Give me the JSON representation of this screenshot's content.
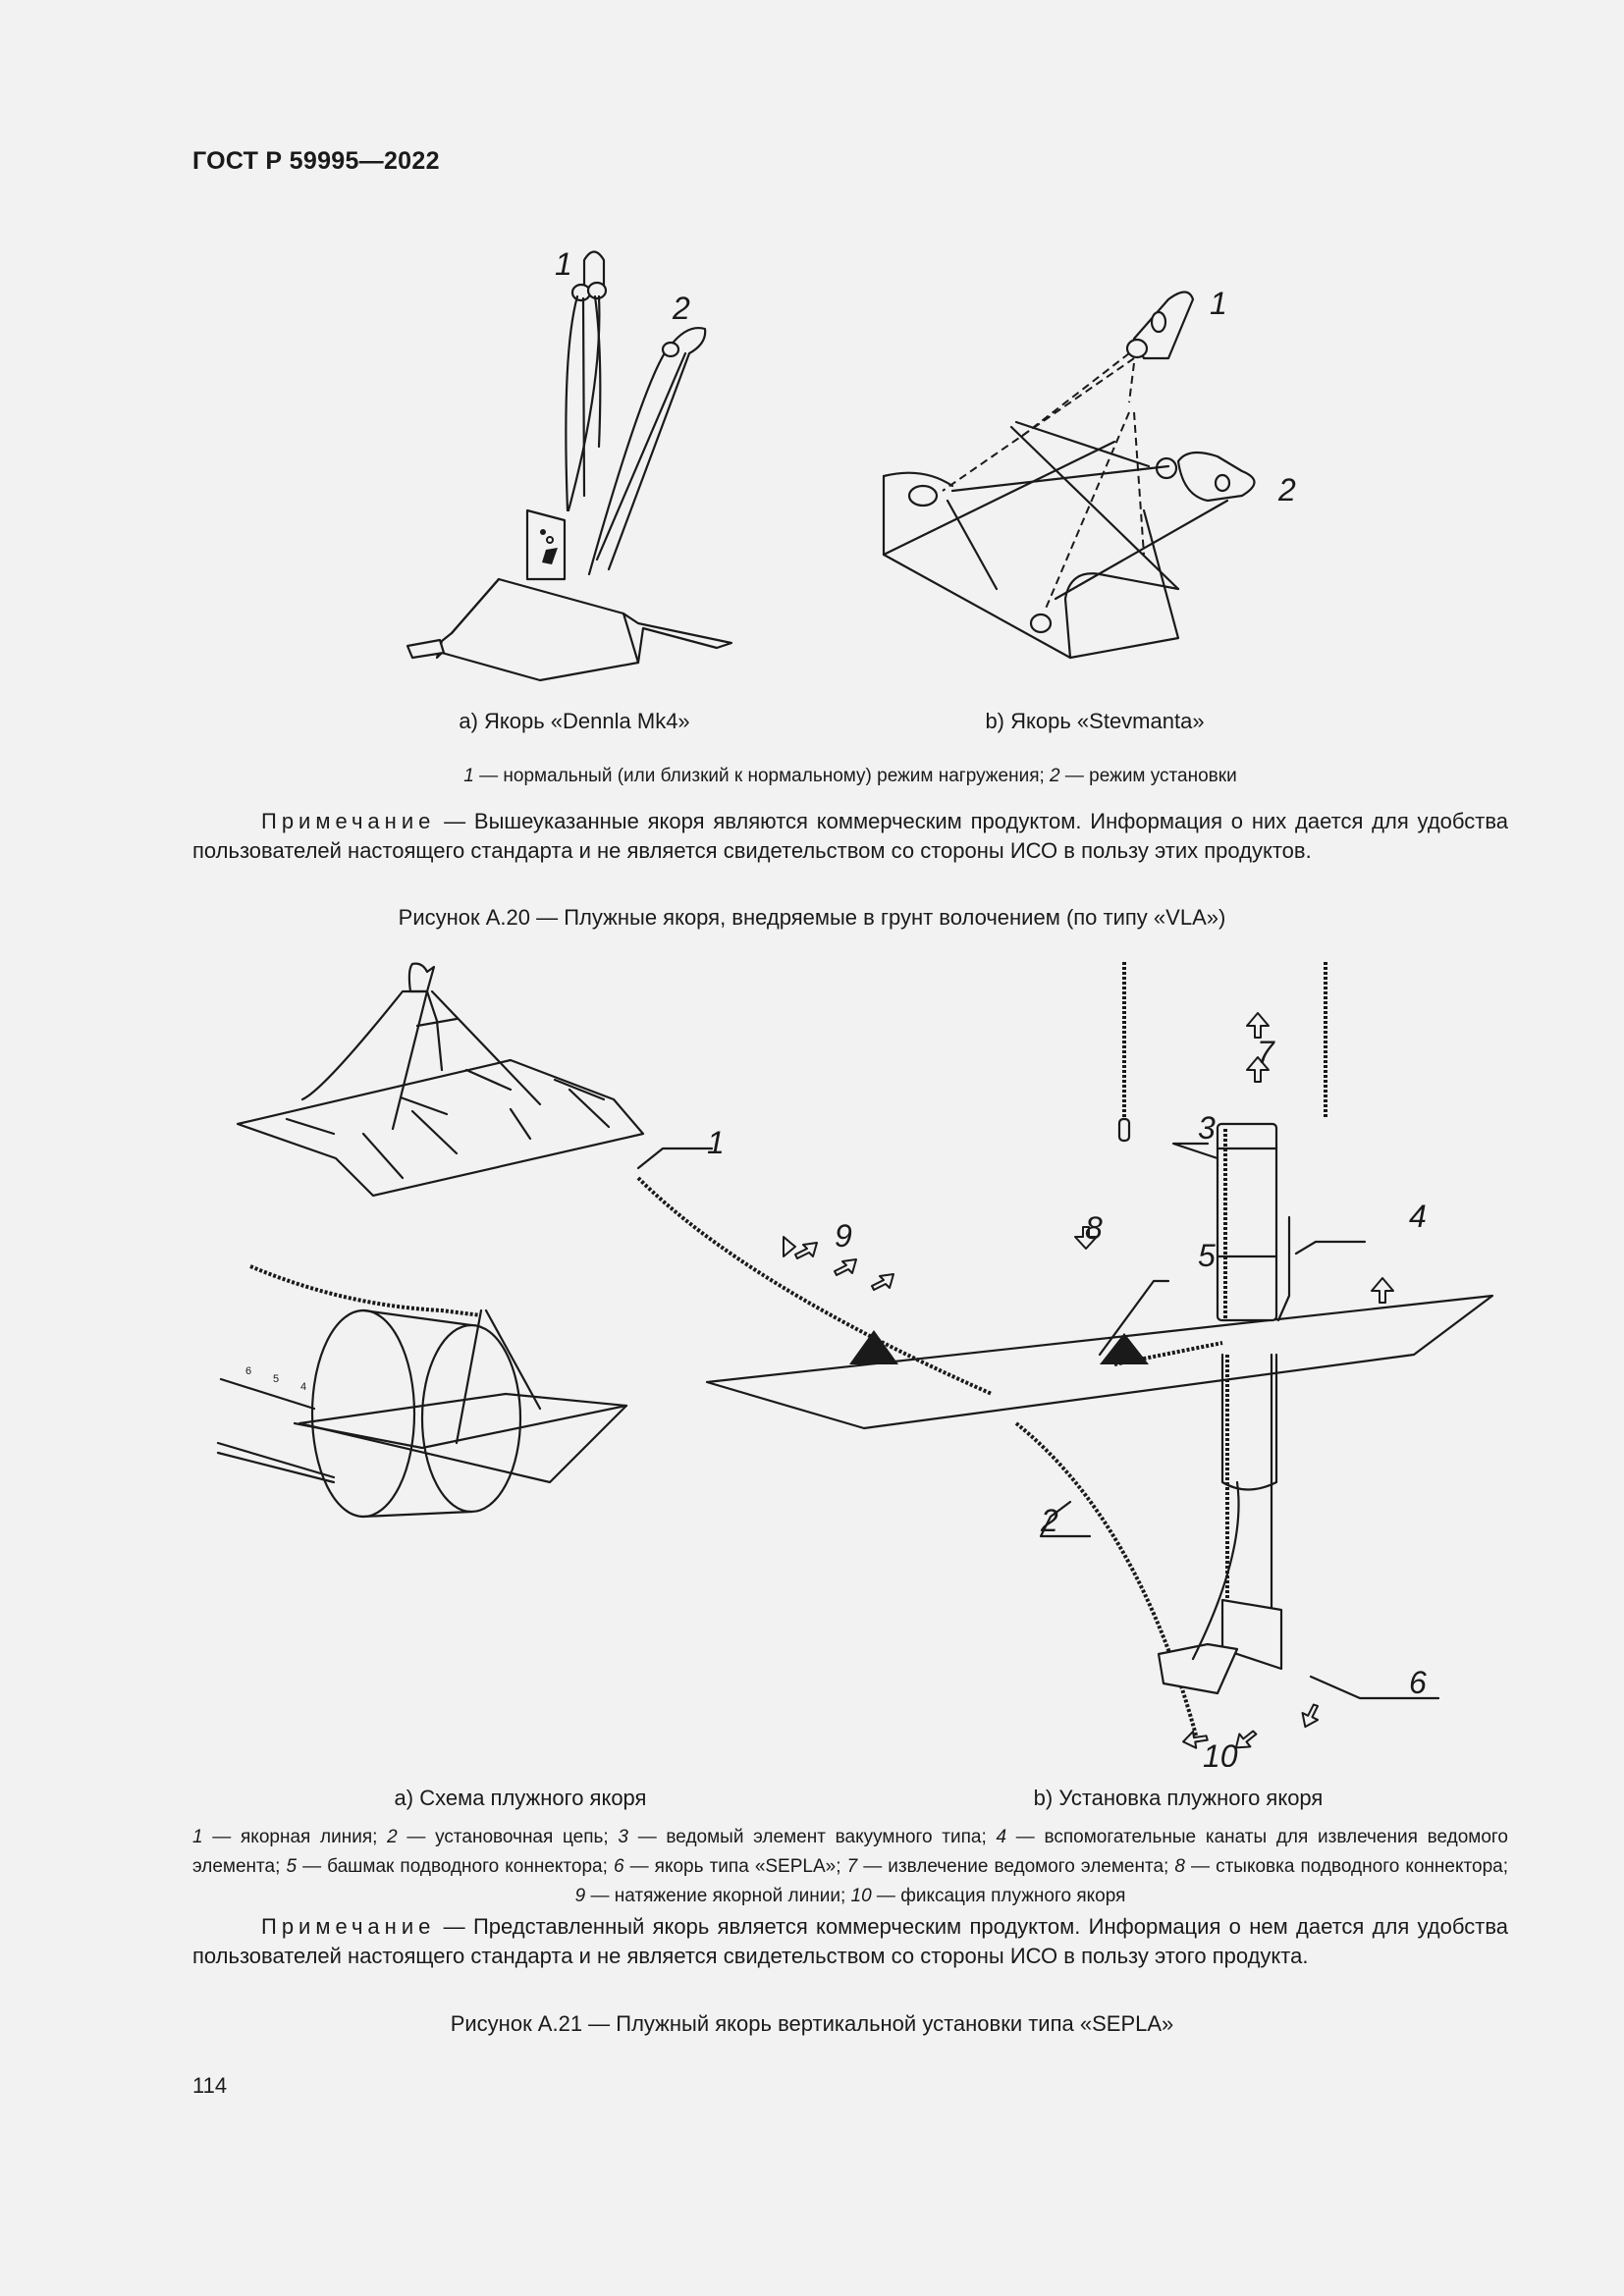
{
  "header": {
    "title": "ГОСТ Р 59995—2022"
  },
  "figure_a20": {
    "sub_a": {
      "caption": "a) Якорь «Dennla Mk4»",
      "labels": [
        "1",
        "2"
      ]
    },
    "sub_b": {
      "caption": "b) Якорь «Stevmanta»",
      "labels": [
        "1",
        "2"
      ]
    },
    "legend": {
      "n1": "1",
      "t1": " — нормальный (или близкий к нормальному) режим нагружения; ",
      "n2": "2",
      "t2": " — режим установки"
    },
    "note": {
      "label": "Примечание",
      "text": " — Вышеуказанные якоря являются коммерческим продуктом. Информация о них дается для удобства пользователей настоящего стандарта и не является свидетельством со стороны ИСО в пользу этих продуктов."
    },
    "caption": "Рисунок А.20 — Плужные якоря, внедряемые в грунт волочением (по типу «VLA»)"
  },
  "figure_a21": {
    "sub_a": {
      "caption": "a)  Схема плужного якоря",
      "scale_marks": [
        "6",
        "5",
        "4"
      ]
    },
    "sub_b": {
      "caption": "b)  Установка плужного якоря",
      "labels": [
        "1",
        "2",
        "3",
        "4",
        "5",
        "6",
        "7",
        "8",
        "9",
        "10"
      ]
    },
    "legend": [
      {
        "num": "1",
        "text": " — якорная линия;  "
      },
      {
        "num": "2",
        "text": " — установочная цепь;  "
      },
      {
        "num": "3",
        "text": " — ведомый элемент вакуумного типа;  "
      },
      {
        "num": "4",
        "text": " — вспомогательные канаты для извлечения ведомого элемента;  "
      },
      {
        "num": "5",
        "text": " — башмак подводного коннектора;  "
      },
      {
        "num": "6",
        "text": " — якорь типа «SEPLA»;  "
      },
      {
        "num": "7",
        "text": " — извлечение ведомого элемента; "
      },
      {
        "num": "8",
        "text": " — стыковка подводного коннектора; "
      },
      {
        "num": "9",
        "text": " — натяжение якорной линии; "
      },
      {
        "num": "10",
        "text": " — фиксация плужного якоря"
      }
    ],
    "note": {
      "label": "Примечание",
      "text": " — Представленный якорь является коммерческим продуктом. Информация о нем дается для удобства пользователей настоящего стандарта и не является свидетельством со стороны ИСО в пользу этого продукта."
    },
    "caption": "Рисунок А.21 — Плужный якорь вертикальной установки типа «SEPLA»"
  },
  "footer": {
    "page_number": "114"
  }
}
